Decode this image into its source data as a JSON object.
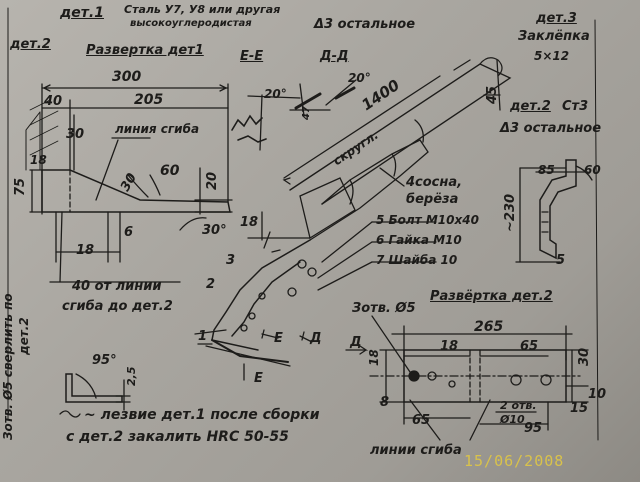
{
  "sheet": {
    "part1": {
      "title": "дет.1",
      "material": "Сталь У7, У8 или другая",
      "material2": "высокоуглеродистая",
      "development_title": "Развертка дет1",
      "bend_line": "линия сгиба",
      "note_from_bend": "40 от линии",
      "note_from_bend2": "сгиба до дет.2",
      "hole_note": "Зотв. Ø5 сверлить по",
      "hole_note2": "дет.2",
      "blade_note": "~ лезвие дет.1 после сборки",
      "blade_note2": "с дет.2 закалить HRC 50-55"
    },
    "part2_label": "дет.2",
    "thickness_rest": "Δ3 остальное",
    "sections": {
      "e": "Е-Е",
      "d": "Д-Д"
    },
    "part3": {
      "title": "дет.3",
      "name": "Заклёпка",
      "size": "5×12"
    },
    "part2": {
      "title": "дет.2",
      "material": "Ст3",
      "thickness": "Δ3 остальное",
      "development_title": "Развёртка дет.2",
      "holes": "Зотв. Ø5",
      "bend_lines": "линии сгиба",
      "holes2": "2 отв.",
      "hole_dia": "Ø10"
    },
    "assembly": {
      "scraper": "скругл.",
      "handle": "4сосна, берёза",
      "bolt": "5 Болт М10х40",
      "nut": "6 Гайка М10",
      "washer": "7 Шайба 10",
      "pos1": "1",
      "pos2": "2",
      "pos3": "3",
      "view_e": "Е",
      "view_d": "Д"
    },
    "dims": {
      "d300": "300",
      "d205": "205",
      "d40": "40",
      "d30": "30",
      "d75": "75",
      "d18": "18",
      "d30b": "30",
      "d60": "60",
      "d20": "20",
      "d30deg": "30°",
      "d18b": "18",
      "d6": "6",
      "d1400": "1400",
      "d45": "45",
      "d20deg": "20°",
      "d20deg2": "20°",
      "d47": "47",
      "d85": "85",
      "d60b": "60",
      "d230": "~230",
      "d5": "5",
      "d95deg": "95°",
      "d25": "2,5",
      "d265": "265",
      "d18c": "18",
      "d65": "65",
      "d30c": "30",
      "d18d": "18",
      "d8": "8",
      "d65b": "65",
      "d95": "95",
      "d15": "15",
      "d10": "10"
    },
    "date_stamp": "15/06/2008"
  }
}
